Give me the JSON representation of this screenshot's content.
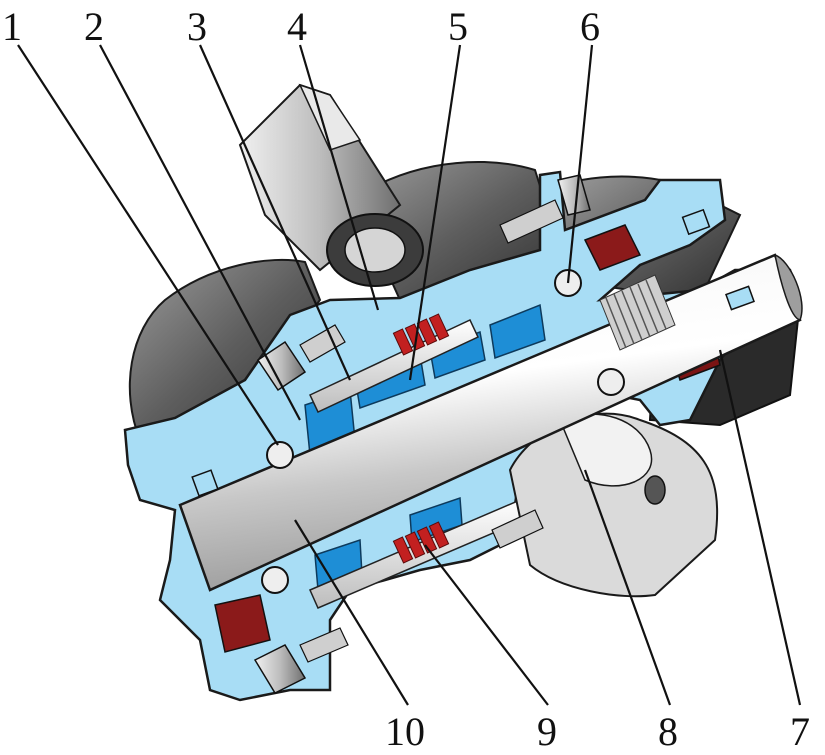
{
  "labels": {
    "top": [
      "1",
      "2",
      "3",
      "4",
      "5",
      "6"
    ],
    "bottom": [
      "10",
      "9",
      "8",
      "7"
    ]
  },
  "colors": {
    "housing": "#a8ddf5",
    "housing_edge": "#1a1a1a",
    "rotor": "#1e8ed6",
    "spring": "#c22020",
    "seal": "#8b1a1a",
    "cast_dark": "#4a4a4a",
    "cast_mid": "#8a8a8a",
    "cast_light": "#d7d7d7",
    "shaft": "#dcdcdc",
    "background": "#ffffff"
  }
}
